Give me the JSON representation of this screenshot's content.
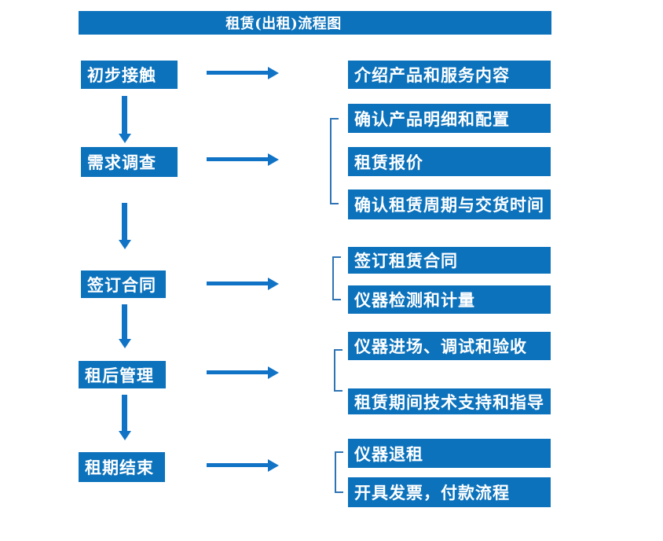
{
  "title": "租赁(出租)流程图",
  "colors": {
    "box_fill": "#0c72bc",
    "arrow": "#1173c5",
    "bracket": "#2e74b5",
    "box_text": "#ffffff"
  },
  "stages": [
    {
      "label": "初步接触",
      "details": [
        "介绍产品和服务内容"
      ]
    },
    {
      "label": "需求调查",
      "details": [
        "确认产品明细和配置",
        "租赁报价",
        "确认租赁周期与交货时间"
      ]
    },
    {
      "label": "签订合同",
      "details": [
        "签订租赁合同",
        "仪器检测和计量"
      ]
    },
    {
      "label": "租后管理",
      "details": [
        "仪器进场、调试和验收",
        "租赁期间技术支持和指导"
      ]
    },
    {
      "label": "租期结束",
      "details": [
        "仪器退租",
        "开具发票，付款流程"
      ]
    }
  ]
}
